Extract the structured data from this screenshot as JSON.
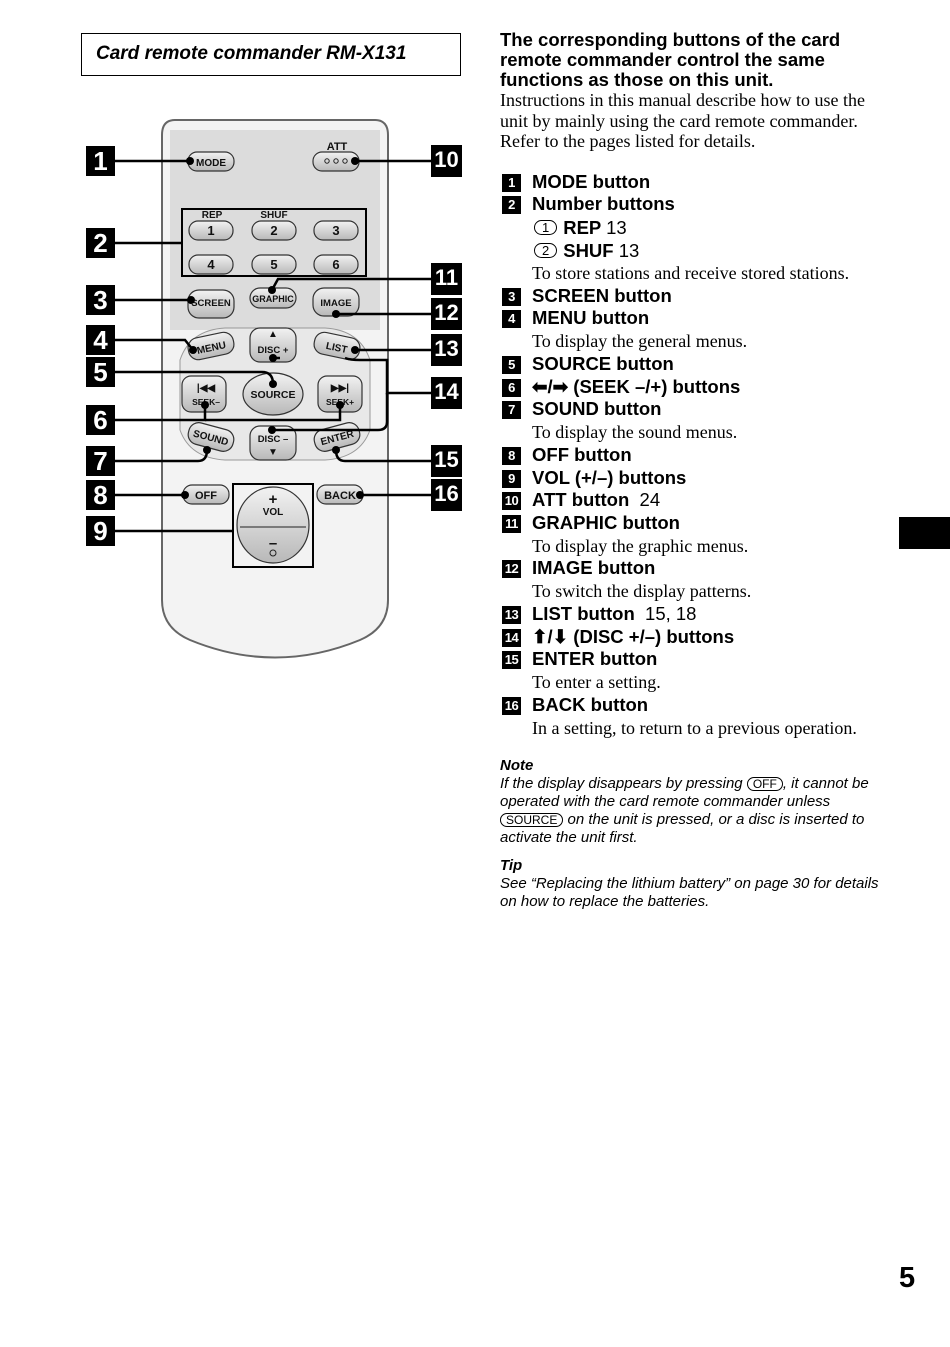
{
  "title": "Card remote commander RM-X131",
  "intro_bold": "The corresponding buttons of the card remote commander control the same functions as those on this unit.",
  "intro_text": "Instructions in this manual describe how to use the unit by mainly using the card remote commander.",
  "intro_refer": "Refer to the pages listed for details.",
  "callouts_left": [
    "1",
    "2",
    "3",
    "4",
    "5",
    "6",
    "7",
    "8",
    "9"
  ],
  "callouts_right": [
    "10",
    "11",
    "12",
    "13",
    "14",
    "15",
    "16"
  ],
  "remote_labels": {
    "mode": "MODE",
    "att": "ATT",
    "rep": "REP",
    "shuf": "SHUF",
    "n1": "1",
    "n2": "2",
    "n3": "3",
    "n4": "4",
    "n5": "5",
    "n6": "6",
    "screen": "SCREEN",
    "graphic": "GRAPHIC",
    "image": "IMAGE",
    "menu": "MENU",
    "list": "LIST",
    "disc_plus": "DISC +",
    "disc_minus": "DISC –",
    "source": "SOURCE",
    "seek_minus": "SEEK–",
    "seek_plus": "SEEK+",
    "sound": "SOUND",
    "enter": "ENTER",
    "off": "OFF",
    "back": "BACK",
    "vol": "VOL",
    "plus": "+",
    "minus": "–"
  },
  "items": [
    {
      "num": "1",
      "label": "MODE button"
    },
    {
      "num": "2",
      "label": "Number buttons"
    },
    {
      "num": "3",
      "label": "SCREEN button"
    },
    {
      "num": "4",
      "label": "MENU button"
    },
    {
      "num": "5",
      "label": "SOURCE button"
    },
    {
      "num": "6",
      "label": "(SEEK –/+) buttons"
    },
    {
      "num": "7",
      "label": "SOUND button"
    },
    {
      "num": "8",
      "label": "OFF button"
    },
    {
      "num": "9",
      "label": "VOL (+/–) buttons"
    },
    {
      "num": "10",
      "label": "ATT button",
      "page": "24"
    },
    {
      "num": "11",
      "label": "GRAPHIC button"
    },
    {
      "num": "12",
      "label": "IMAGE button"
    },
    {
      "num": "13",
      "label": "LIST button",
      "page": "15, 18"
    },
    {
      "num": "14",
      "label": "(DISC +/–) buttons"
    },
    {
      "num": "15",
      "label": "ENTER button"
    },
    {
      "num": "16",
      "label": "BACK button"
    }
  ],
  "sub_items": [
    {
      "key": "1",
      "label": "REP",
      "page": "13"
    },
    {
      "key": "2",
      "label": "SHUF",
      "page": "13"
    }
  ],
  "descriptions": {
    "number": "To store stations and receive stored stations.",
    "menu": "To display the general menus.",
    "sound": "To display the sound menus.",
    "graphic": "To display the graphic menus.",
    "image": "To switch the display patterns.",
    "enter": "To enter a setting.",
    "back": "In a setting, to return to a previous operation."
  },
  "note": {
    "heading": "Note",
    "text_1": "If the display disappears by pressing",
    "key_off": "OFF",
    "text_2": ", it cannot be operated with the card remote commander unless",
    "key_source": "SOURCE",
    "text_3": "on the unit is pressed, or a disc is inserted to activate the unit first."
  },
  "tip": {
    "heading": "Tip",
    "text": "See “Replacing the lithium battery” on page 30 for details on how to replace the batteries."
  },
  "page_number": "5"
}
